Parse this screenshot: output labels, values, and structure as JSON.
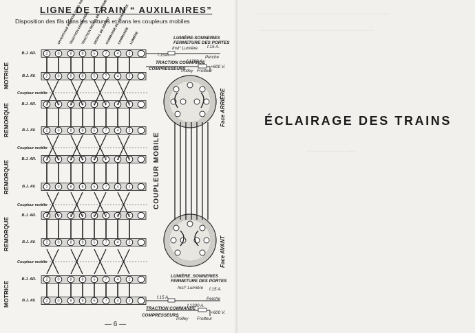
{
  "left_page": {
    "title": "LIGNE DE TRAIN “ AUXILIAIRES”",
    "subtitle": "Disposition des fils dans les voitures et dans les coupleurs mobiles",
    "column_headers": [
      "CHAUFFAGE REPRISE SOUS VOÛTE",
      "TRACTION COMMANDE",
      "TRACTION SIGNAL DE PARTEMENT",
      "SIGNAL DE DÉPART",
      "COMMANDE DU CHAUFFAGE",
      "COMMANDE",
      "LUMIÈRE"
    ],
    "vehicles": [
      "MOTRICE",
      "REMORQUE",
      "REMORQUE",
      "REMORQUE",
      "MOTRICE"
    ],
    "bj_ar": "B.J. AR.",
    "bj_av": "B.J. AV.",
    "coupleur_mobile_label": "Coupleur mobile",
    "coupleur_mobile_big": "COUPLEUR MOBILE",
    "face_arriere": "Face ARRIÈRE",
    "face_avant": "Face AVANT",
    "terminal_numbers": [
      "2",
      "0",
      "8",
      "8",
      "5",
      "7",
      "4",
      "2"
    ],
    "top_box": {
      "lumiere_sonneries": "LUMIÈRE-SONNERIES",
      "fermeture": "FERMETURE DES PORTES",
      "inst_lumiere": "Inst° Lumière",
      "f15a_left": "f.15A.",
      "f15a_right": "f.15 A.",
      "perche": "Perche",
      "traction_commande": "TRACTION COMMANDE",
      "compresseurs": "COMPRESSEURS",
      "f1200a": "f.1200 A.",
      "plus600v": "+600 V.",
      "trolley": "Trolley",
      "frotteur": "Frotteur"
    },
    "bottom_box": {
      "lumiere_sonneries": "LUMIÈRE_SONNERIES",
      "fermeture": "FERMETURE DES PORTES",
      "inst_lumiere": "Inst° Lumière",
      "f15a_left": "f.15 A.",
      "f15a_right": "f.15 A.",
      "perche": "Perche",
      "traction_commande": "TRACTION COMMANDE",
      "compresseurs": "COMPRESSEURS",
      "f1200a": "f.1200 A.",
      "plus600v": "+600 V.",
      "trolley": "Trolley",
      "frotteur": "Frotteur"
    },
    "page_number": "— 6 —"
  },
  "right_page": {
    "title": "ÉCLAIRAGE DES TRAINS"
  },
  "colors": {
    "ink": "#222222",
    "paper": "#f3f2ef",
    "stipple": "#9a9994"
  }
}
